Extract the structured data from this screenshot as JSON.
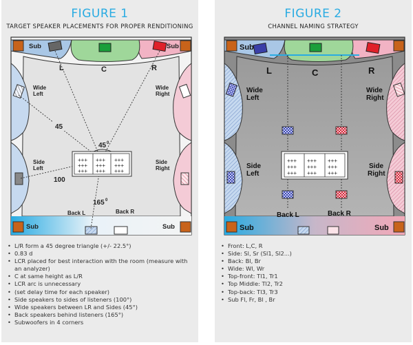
{
  "figure1": {
    "title": "FIGURE 1",
    "subtitle": "TARGET SPEAKER PLACEMENTS FOR PROPER RENDITIONING",
    "labels": {
      "sub": "Sub",
      "l": "L",
      "c": "C",
      "r": "R",
      "wide_left_1": "Wide",
      "wide_left_2": "Left",
      "wide_right_1": "Wide",
      "wide_right_2": "Right",
      "side_left_1": "Side",
      "side_left_2": "Left",
      "side_right_1": "Side",
      "side_right_2": "Right",
      "back_l": "Back L",
      "back_r": "Back R",
      "angle_45": "45",
      "angle_45_deg": "45",
      "deg_mark": "0",
      "angle_100": "100",
      "angle_165": "165"
    },
    "notes": [
      "L/R form a 45 degree triangle (+/- 22.5°)",
      "0.83 d",
      "LCR placed for best interaction with the room (measure with an analyzer)",
      "C at same height as L/R",
      "LCR arc is unnecessary",
      "(set delay time for each speaker)",
      "Side speakers to sides of listeners (100°)",
      "Wide speakers between LR and Sides (45°)",
      "Back speakers behind listeners (165°)",
      "Subwoofers in 4 corners"
    ]
  },
  "figure2": {
    "title": "FIGURE 2",
    "subtitle": "CHANNEL NAMING STRATEGY",
    "labels": {
      "sub": "Sub",
      "l": "L",
      "c": "C",
      "r": "R",
      "wide_left_1": "Wide",
      "wide_left_2": "Left",
      "wide_right_1": "Wide",
      "wide_right_2": "Right",
      "side_left_1": "Side",
      "side_left_2": "Left",
      "side_right_1": "Side",
      "side_right_2": "Right",
      "back_l": "Back L",
      "back_r": "Back R"
    },
    "notes": [
      "Front: L,C, R",
      "Side: Sl, Sr  (Sl1, Sl2...)",
      "Back: Bl, Br",
      "Wide: Wl, Wr",
      "Top-front: Tl1, Tr1",
      "Top Middle: Tl2, Tr2",
      "Top-back: Tl3, Tr3",
      "Sub Fl, Fr, Bl , Br"
    ]
  },
  "colors": {
    "title_blue": "#29abe2",
    "sub_orange": "#c8631a",
    "center_green": "#1a9f3a",
    "right_red": "#e0202a",
    "left_blue": "#3a3fa8",
    "front_green_zone": "#9fd79a",
    "right_pink_zone": "#f2b3c4",
    "left_blue_zone": "#a9c7e6"
  }
}
